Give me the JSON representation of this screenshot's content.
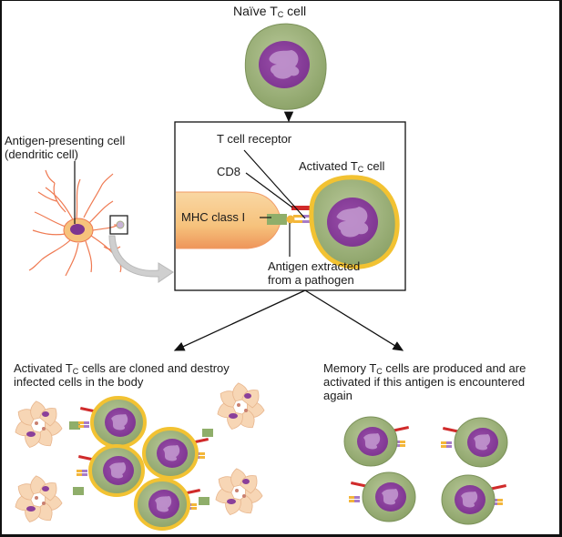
{
  "figure": {
    "naive_cell": {
      "label_pre": "Naïve T",
      "label_sub": "C",
      "label_post": " cell"
    },
    "apc": {
      "line1": "Antigen-presenting cell",
      "line2": "(dendritic cell)"
    },
    "inset": {
      "tcr": "T cell receptor",
      "cd8": "CD8",
      "activated_pre": "Activated T",
      "activated_sub": "C",
      "activated_post": " cell",
      "mhc": "MHC class I",
      "antigen_line1": "Antigen extracted",
      "antigen_line2": "from a pathogen"
    },
    "left_outcome": {
      "line1_pre": "Activated T",
      "line1_sub": "C",
      "line1_post": " cells are cloned and destroy",
      "line2": "infected cells in the body"
    },
    "right_outcome": {
      "line1_pre": "Memory T",
      "line1_sub": "C",
      "line1_post": " cells are produced and are",
      "line2": "activated if this antigen is encountered",
      "line3": "again"
    }
  },
  "colors": {
    "cell_green": "#9bb07a",
    "cell_green_light": "#b9c99a",
    "nucleus": "#8a3f9a",
    "nucleus_light": "#c39ad0",
    "activation_ring": "#f2c232",
    "apc_orange": "#f6c98a",
    "tcr_red": "#d02a2a",
    "cd8_purple": "#a77bc8",
    "antigen_yellow": "#f3b63a",
    "mhc_green": "#8fae6a",
    "infected_cell": "#f7d6b5",
    "arrow_gray": "#c8c8c8"
  }
}
